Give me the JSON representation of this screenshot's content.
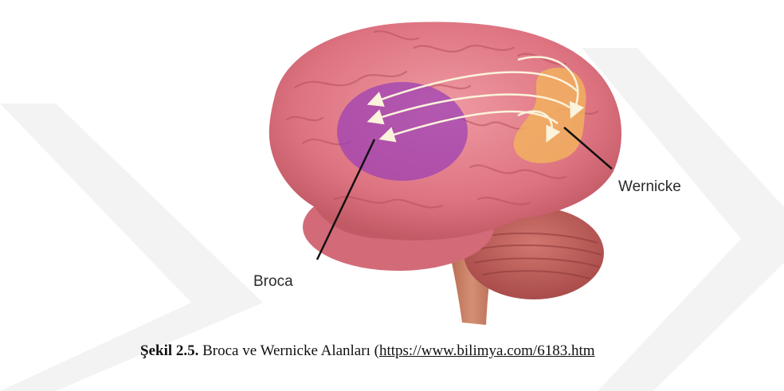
{
  "figure": {
    "labels": {
      "wernicke": "Wernicke",
      "broca": "Broca"
    },
    "colors": {
      "brain": "#e07a86",
      "broca_area": "#9b3fb5",
      "wernicke_area": "#f2b45c",
      "arrows": "#fbf3dc",
      "cerebellum": "#c0625e",
      "brainstem": "#c57a63",
      "watermark": "#f2f2f2"
    }
  },
  "caption": {
    "prefix": "Şekil 2.5.",
    "text": " Broca ve Wernicke Alanları (",
    "link": "https://www.bilimya.com/6183.htm"
  }
}
